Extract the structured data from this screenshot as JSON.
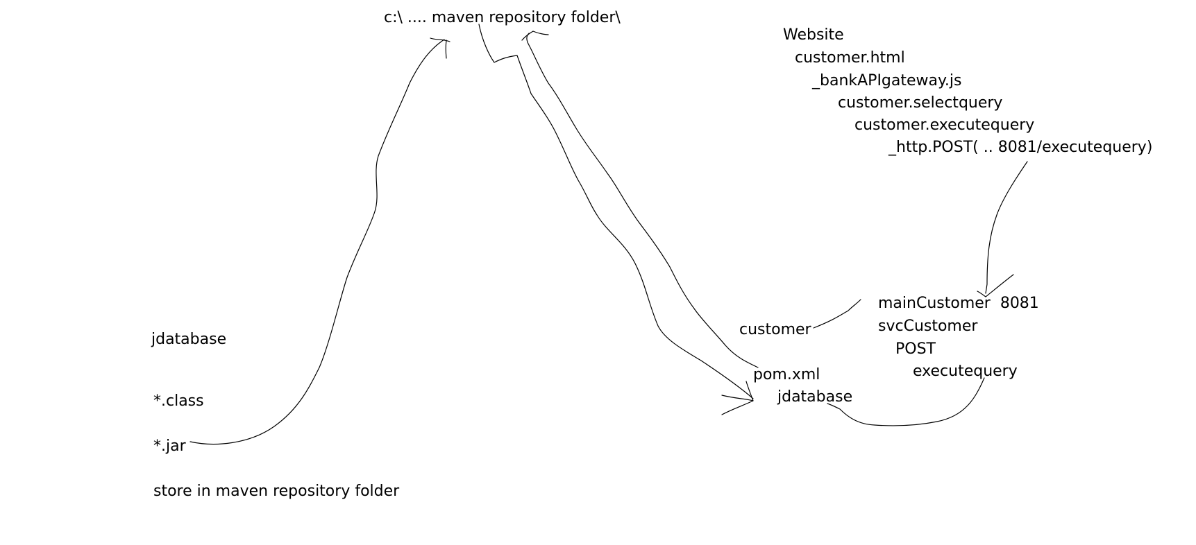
{
  "repository": {
    "path_label": "c:\\ .... maven repository folder\\"
  },
  "website": {
    "title": "Website",
    "lines": [
      "customer.html",
      "_bankAPIgateway.js",
      "customer.selectquery",
      "customer.executequery",
      "_http.POST( .. 8081/executequery)"
    ]
  },
  "service": {
    "main": "mainCustomer  8081",
    "svc": "svcCustomer",
    "method": "POST",
    "endpoint": "executequery"
  },
  "project": {
    "name": "customer",
    "pom": "pom.xml",
    "dependency": "jdatabase"
  },
  "library": {
    "name": "jdatabase",
    "class_files": "*.class",
    "jar_files": "*.jar",
    "note": "store in maven repository folder"
  },
  "colors": {
    "background": "#ffffff",
    "ink": "#000000"
  }
}
